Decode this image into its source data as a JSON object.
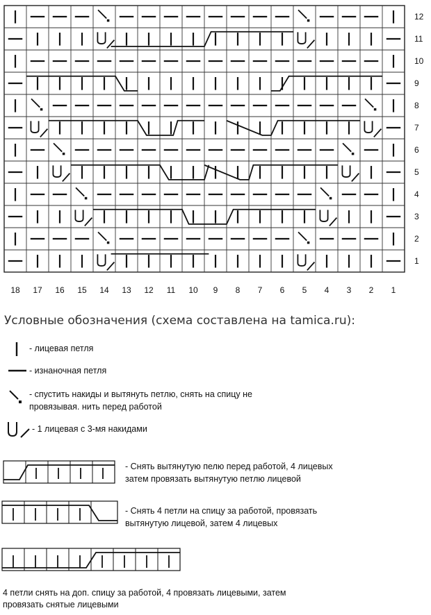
{
  "row_numbers": [
    "1",
    "2",
    "3",
    "4",
    "5",
    "6",
    "7",
    "8",
    "9",
    "10",
    "11",
    "12"
  ],
  "col_numbers": [
    "18",
    "17",
    "16",
    "15",
    "14",
    "13",
    "12",
    "11",
    "10",
    "9",
    "8",
    "7",
    "6",
    "5",
    "4",
    "3",
    "2",
    "1"
  ],
  "grid": [
    "-IIIUIIIIIIIIUIII-",
    "I---S--------S---I",
    "-IIUIIIIIIIIIIUII-",
    "I--S----------S--I",
    "-IUIIIIIIIIIIIIUI-",
    "I-S------------S-I",
    "-UIIIIIIIIIIIIIIU-",
    "IS--------------SI",
    "-IIIIIIIIIIIIIIII-",
    "I----------------I",
    "-IIIUIIIIIIIIUIII-",
    "I---S--------S---I"
  ],
  "cables": [
    {
      "row": 1,
      "pts": [
        [
          4.8,
          0.0
        ],
        [
          9.0,
          0.0
        ],
        [
          9.2,
          0.0
        ]
      ]
    },
    {
      "row": 3,
      "pts": [
        [
          4.0,
          0.0
        ],
        [
          8.0,
          0.0
        ],
        [
          8.3,
          1.0
        ],
        [
          10.0,
          1.0
        ],
        [
          10.3,
          0.0
        ],
        [
          14.0,
          0.0
        ]
      ]
    },
    {
      "row": 5,
      "pts": [
        [
          3.0,
          0.0
        ],
        [
          7.0,
          0.0
        ],
        [
          7.4,
          1.0
        ],
        [
          9.0,
          1.0
        ],
        [
          9.2,
          0.0
        ]
      ]
    },
    {
      "row": 5,
      "pts": [
        [
          9.0,
          0.0
        ],
        [
          10.6,
          1.0
        ],
        [
          11.0,
          1.0
        ],
        [
          11.2,
          0.0
        ],
        [
          15.0,
          0.0
        ]
      ]
    },
    {
      "row": 7,
      "pts": [
        [
          2.0,
          0.0
        ],
        [
          6.0,
          0.0
        ],
        [
          6.4,
          1.0
        ],
        [
          7.6,
          1.0
        ],
        [
          7.8,
          0.0
        ],
        [
          9.0,
          0.0
        ]
      ]
    },
    {
      "row": 7,
      "pts": [
        [
          10.0,
          0.0
        ],
        [
          11.6,
          1.0
        ],
        [
          12.0,
          1.0
        ],
        [
          12.3,
          0.0
        ],
        [
          16.0,
          0.0
        ]
      ]
    },
    {
      "row": 9,
      "pts": [
        [
          1.0,
          0.0
        ],
        [
          5.0,
          0.0
        ],
        [
          5.4,
          1.0
        ],
        [
          6.0,
          1.0
        ]
      ]
    },
    {
      "row": 9,
      "pts": [
        [
          12.0,
          1.0
        ],
        [
          12.4,
          1.0
        ],
        [
          12.8,
          0.0
        ],
        [
          17.0,
          0.0
        ]
      ]
    },
    {
      "row": 11,
      "pts": [
        [
          4.8,
          1.0
        ],
        [
          9.0,
          1.0
        ],
        [
          9.3,
          0.0
        ],
        [
          13.0,
          0.0
        ]
      ]
    }
  ],
  "legend": {
    "title": "Условные обозначения (схема составлена на tamica.ru):",
    "knit": "- лицевая петля",
    "purl": "- изнаночная петля",
    "slip_line1": "- спустить накиды и вытянуть петлю, снять на спицу не",
    "slip_line2": "провязывая. нить перед работой",
    "wrap": "- 1 лицевая с 3-мя накидами",
    "cable1_line1": "- Снять вытянутую пелю перед работой, 4 лицевых",
    "cable1_line2": "затем провязать вытянутую петлю лицевой",
    "cable2_line1": "- Снять 4 петли на спицу за работой, провязать",
    "cable2_line2": "вытянутую лицевой, затем 4 лицевых",
    "cable3_line1": "4 петли снять на доп. спицу за работой, 4 провязать лицевыми, затем",
    "cable3_line2": "провязать снятые лицевыми"
  }
}
